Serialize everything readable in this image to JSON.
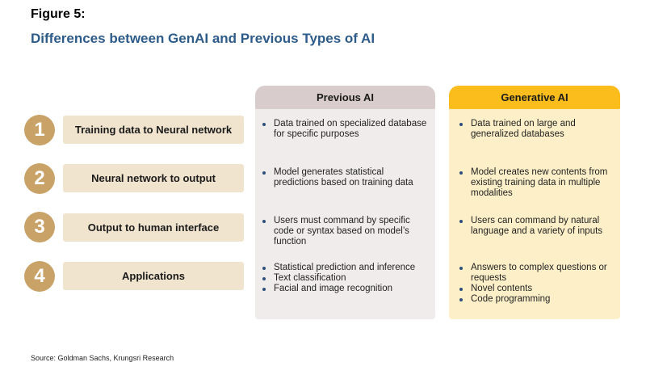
{
  "figure_label": "Figure 5:",
  "title": "Differences between GenAI and Previous Types of AI",
  "columns": {
    "previous": "Previous AI",
    "generative": "Generative AI"
  },
  "rows": [
    {
      "number": "1",
      "stage": "Training data to Neural network",
      "previous": [
        "Data trained on specialized database for specific purposes"
      ],
      "generative": [
        "Data trained on large and generalized databases"
      ]
    },
    {
      "number": "2",
      "stage": "Neural network to output",
      "previous": [
        "Model generates statistical predictions based on training data"
      ],
      "generative": [
        "Model creates new contents from existing training data in multiple modalities"
      ]
    },
    {
      "number": "3",
      "stage": "Output to human interface",
      "previous": [
        "Users must command by specific code or syntax based on model’s function"
      ],
      "generative": [
        "Users can command by  natural language and a variety of inputs"
      ]
    },
    {
      "number": "4",
      "stage": "Applications",
      "previous": [
        "Statistical prediction and inference",
        "Text classification",
        "Facial and image recognition"
      ],
      "generative": [
        "Answers to complex  questions or requests",
        "Novel  contents",
        "Code programming"
      ]
    }
  ],
  "source": "Source: Goldman Sachs, Krungsri Research",
  "colors": {
    "title": "#2e5c8a",
    "circle": "#c9a267",
    "stage_box": "#f1e4cf",
    "previous_header": "#d8cccc",
    "previous_bg": "#f1ecec",
    "generative_header": "#fbbd1c",
    "generative_bg": "#fdf0c8",
    "bullet": "#2e4f7a"
  }
}
